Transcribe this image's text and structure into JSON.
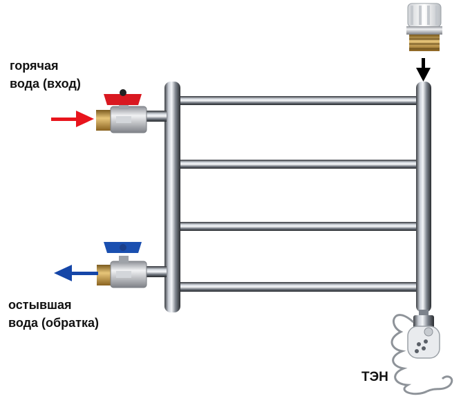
{
  "labels": {
    "hot_line1": "горячая",
    "hot_line2": "вода (вход)",
    "cold_line1": "остывшая",
    "cold_line2": "вода (обратка)",
    "heater": "ТЭН"
  },
  "colors": {
    "hot_arrow": "#e8141c",
    "cold_arrow": "#1546a8",
    "valve_hot_handle": "#d91820",
    "valve_cold_handle": "#1a4fb0",
    "down_arrow": "#000000"
  },
  "icons": [
    "hot-water-valve-icon",
    "return-water-valve-icon",
    "air-vent-cap-icon",
    "heating-element-icon",
    "coiled-cable-icon"
  ]
}
